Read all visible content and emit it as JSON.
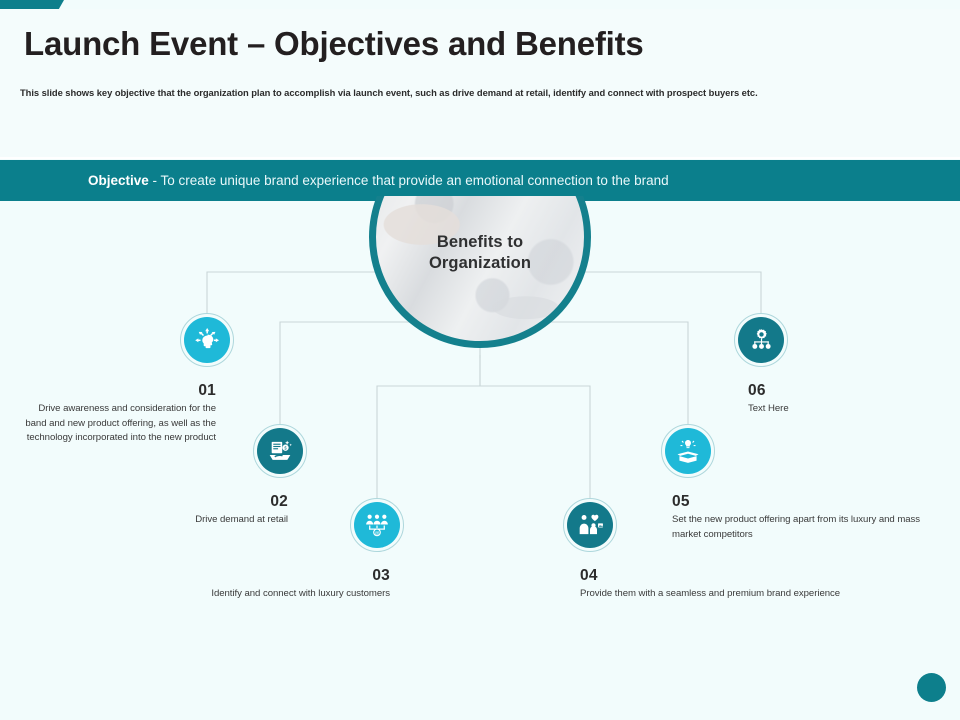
{
  "slide": {
    "title": "Launch Event – Objectives and Benefits",
    "subtitle": "This slide shows key objective that the organization plan to accomplish via launch event, such as drive demand at retail, identify and connect with prospect buyers etc.",
    "background_color": "#f2fcfc",
    "accent_color": "#0e7f8c"
  },
  "objective": {
    "label": "Objective",
    "separator": " - ",
    "text": "To create unique brand experience that provide an emotional connection to the brand",
    "band_color": "#0b7f8c",
    "text_color": "#e9f8fa"
  },
  "hub": {
    "title_line1": "Benefits to",
    "title_line2": "Organization",
    "ring_color": "#14808d"
  },
  "nodes": [
    {
      "number": "01",
      "description": "Drive awareness and consideration for the band and new product offering, as well as the technology incorporated into the new product",
      "icon": "head-idea-arrows-icon",
      "style": "light",
      "color": "#1fb9d8",
      "align": "right"
    },
    {
      "number": "02",
      "description": "Drive  demand at retail",
      "icon": "retail-receipt-icon",
      "style": "dark",
      "color": "#13798a",
      "align": "right"
    },
    {
      "number": "03",
      "description": "Identify and connect with luxury customers",
      "icon": "people-network-icon",
      "style": "light",
      "color": "#1fb9d8",
      "align": "right"
    },
    {
      "number": "04",
      "description": "Provide  them with a seamless and premium brand experience",
      "icon": "customer-experience-heart-icon",
      "style": "dark",
      "color": "#13798a",
      "align": "left"
    },
    {
      "number": "05",
      "description": "Set the new product offering  apart from its luxury and mass market competitors",
      "icon": "open-box-idea-icon",
      "style": "light",
      "color": "#1fb9d8",
      "align": "left"
    },
    {
      "number": "06",
      "description": "Text Here",
      "icon": "gear-hierarchy-icon",
      "style": "dark",
      "color": "#13798a",
      "align": "left"
    }
  ]
}
